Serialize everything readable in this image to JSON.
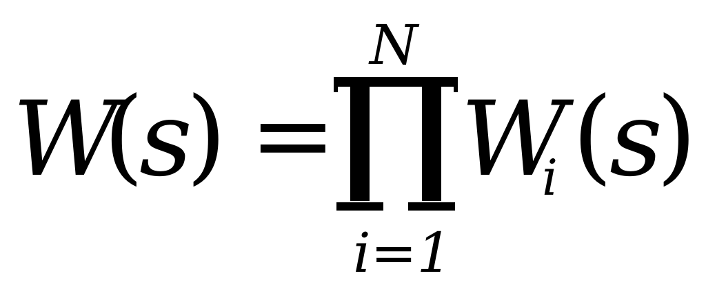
{
  "formula": {
    "lhs_function": "W",
    "lhs_argument": "s",
    "open_paren": "(",
    "close_paren": ")",
    "equals": "=",
    "operator": "product",
    "upper_limit": "N",
    "lower_limit": "i=1",
    "rhs_function": "W",
    "rhs_subscript": "i",
    "rhs_argument": "s"
  },
  "colors": {
    "ink": "#000000",
    "background": "#ffffff"
  }
}
